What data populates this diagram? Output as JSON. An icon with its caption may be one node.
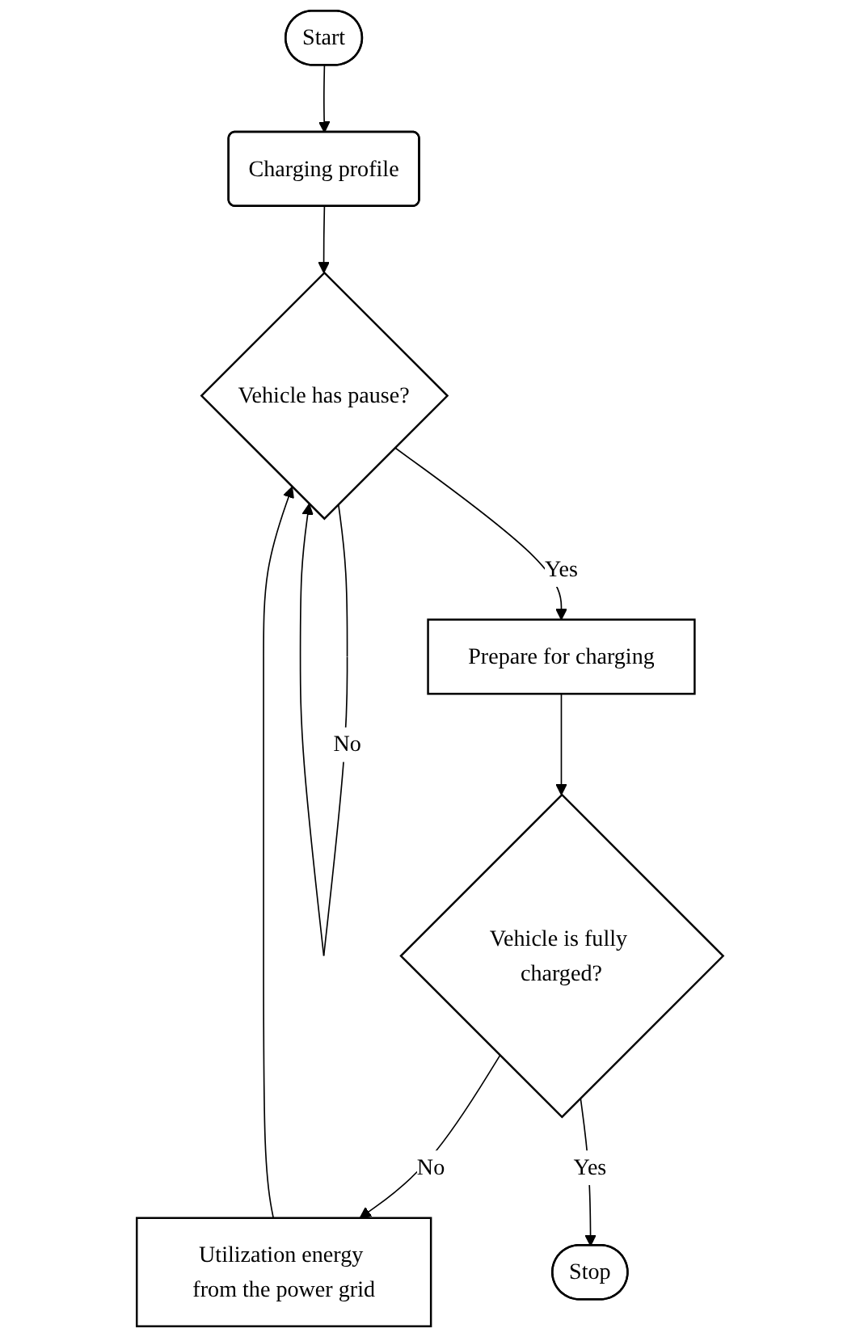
{
  "diagram": {
    "nodes": [
      {
        "text": [
          "Start"
        ]
      },
      {
        "text": [
          "Charging profile"
        ]
      },
      {
        "text": [
          "Vehicle has pause?"
        ]
      },
      {
        "text": [
          "Prepare for charging"
        ]
      },
      {
        "text": [
          "Vehicle is fully charged?"
        ]
      },
      {
        "text": [
          "Utilization energy from the power grid"
        ]
      },
      {
        "text": [
          "Stop"
        ]
      }
    ],
    "edges": [
      {
        "from": 0,
        "to": 1,
        "arrow": "to"
      },
      {
        "from": 1,
        "to": 2,
        "arrow": "to"
      },
      {
        "from": 2,
        "to": 2,
        "arrow": "to",
        "label": "No"
      },
      {
        "from": 2,
        "to": 3,
        "arrow": "to",
        "label": "Yes"
      },
      {
        "from": 3,
        "to": 4,
        "arrow": "to"
      },
      {
        "from": 4,
        "to": 5,
        "arrow": "to",
        "label": "No"
      },
      {
        "from": 5,
        "to": 2,
        "arrow": "to"
      },
      {
        "from": 4,
        "to": 6,
        "arrow": "to",
        "label": "Yes"
      }
    ]
  }
}
